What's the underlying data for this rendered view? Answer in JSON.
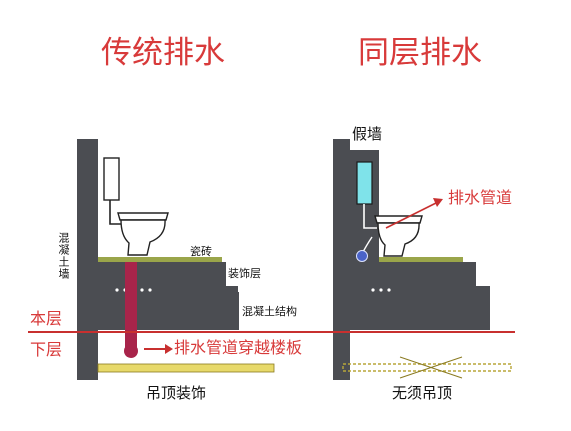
{
  "titles": {
    "left": "传统排水",
    "right": "同层排水"
  },
  "left_panel": {
    "wall_label": "混凝土墙",
    "tile_label": "瓷砖",
    "decor_label": "装饰层",
    "concrete_label": "混凝土结构",
    "pipe_label": "排水管道穿越楼板",
    "ceiling_label": "吊顶装饰"
  },
  "right_panel": {
    "false_wall_label": "假墙",
    "pipe_label": "排水管道",
    "ceiling_label": "无须吊顶"
  },
  "floors": {
    "this_floor": "本层",
    "lower_floor": "下层"
  },
  "colors": {
    "title_red": "#d83a3a",
    "pipe_red": "#a8244a",
    "floor_line": "#c8302f",
    "slab_gray": "#4b4d52",
    "tile_green": "#9aa54a",
    "ceiling_yellow": "#e7d96a",
    "cistern_cyan": "#7fe3ea",
    "trap_blue": "#4a63c8"
  }
}
